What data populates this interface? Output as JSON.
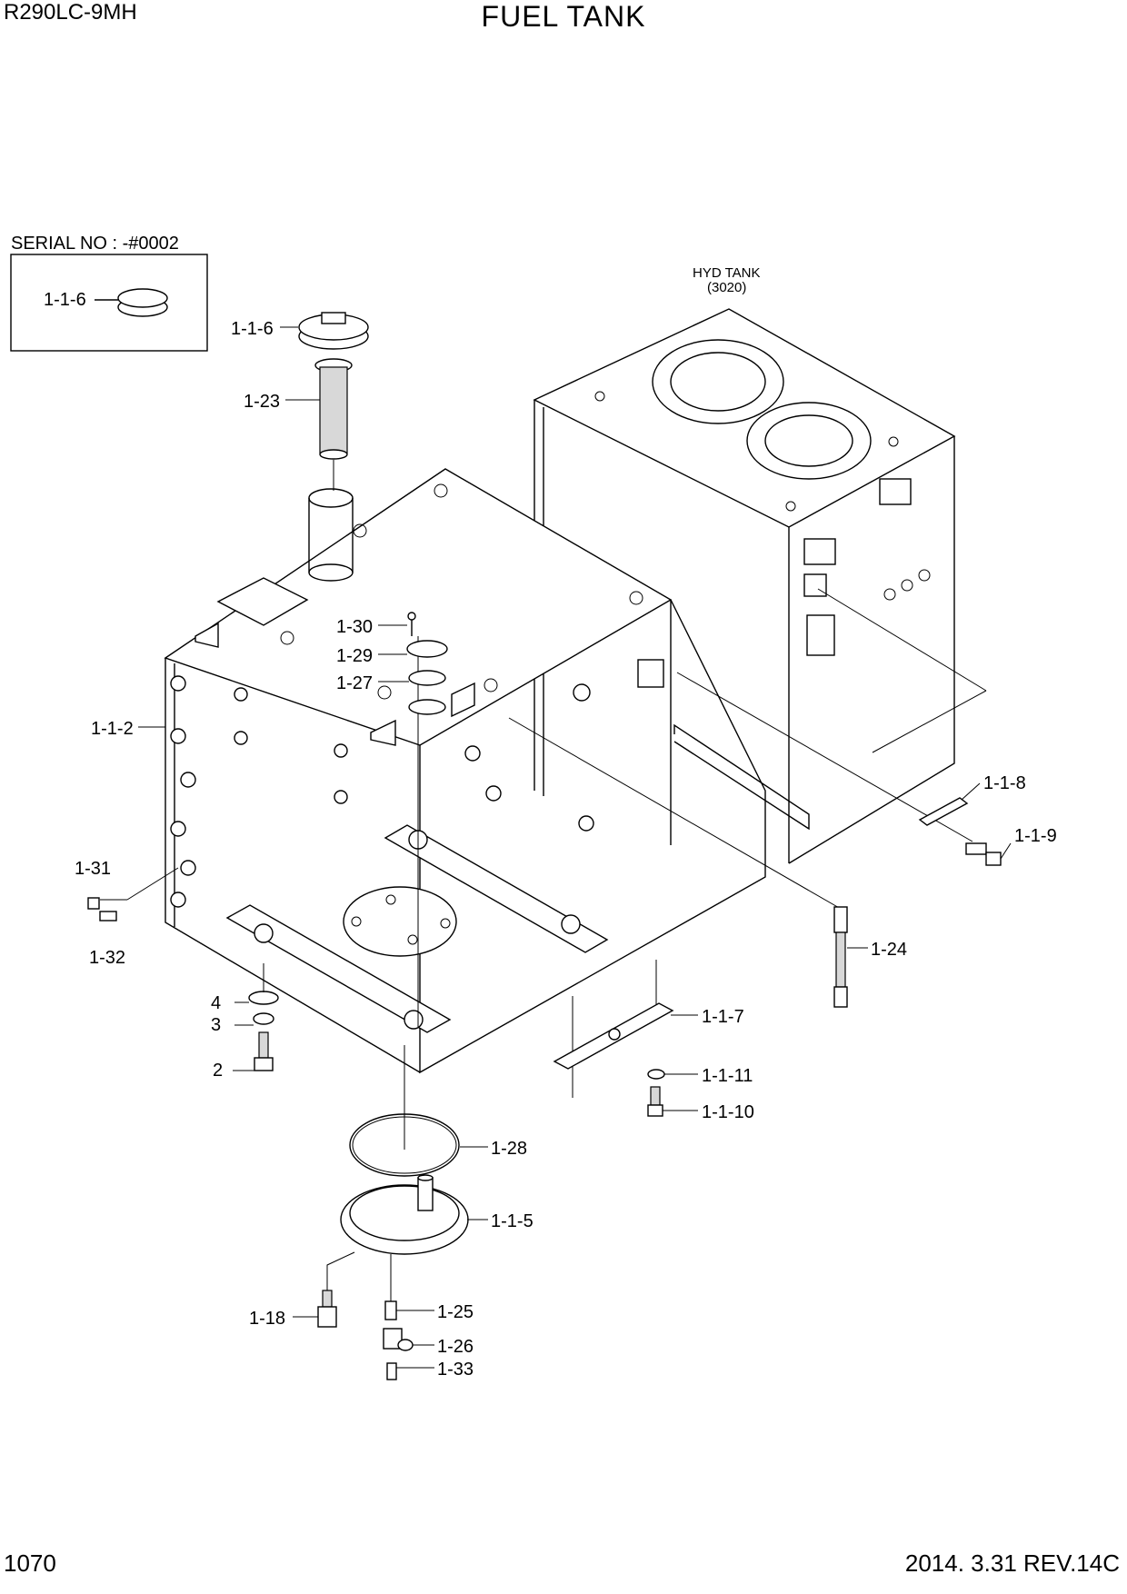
{
  "header": {
    "model": "R290LC-9MH",
    "title": "FUEL TANK"
  },
  "footer": {
    "page_number": "1070",
    "revision": "2014. 3.31  REV.14C"
  },
  "serial_box": {
    "label": "SERIAL NO : -#0002",
    "part": "1-1-6"
  },
  "hyd_tank": {
    "line1": "HYD TANK",
    "line2": "(3020)"
  },
  "callouts": {
    "p_1_1_6": "1-1-6",
    "p_1_23": "1-23",
    "p_1_30": "1-30",
    "p_1_29": "1-29",
    "p_1_27": "1-27",
    "p_1_1_2": "1-1-2",
    "p_1_31": "1-31",
    "p_1_32": "1-32",
    "p_4": "4",
    "p_3": "3",
    "p_2": "2",
    "p_1_28": "1-28",
    "p_1_1_5": "1-1-5",
    "p_1_18": "1-18",
    "p_1_25": "1-25",
    "p_1_26": "1-26",
    "p_1_33": "1-33",
    "p_1_1_7": "1-1-7",
    "p_1_1_11": "1-1-11",
    "p_1_1_10": "1-1-10",
    "p_1_24": "1-24",
    "p_1_1_8": "1-1-8",
    "p_1_1_9": "1-1-9"
  }
}
